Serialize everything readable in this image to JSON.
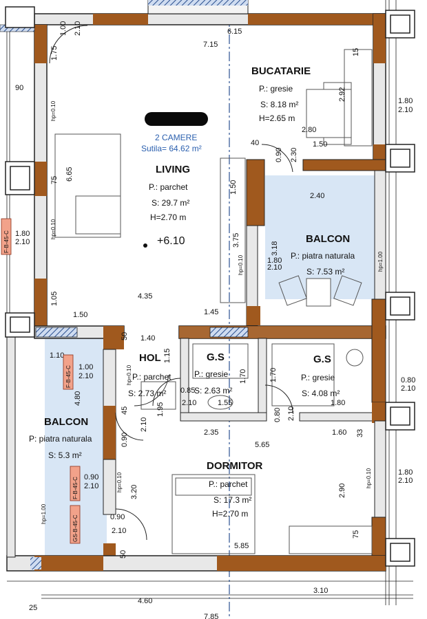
{
  "apartment": {
    "type_label": "2 CAMERE",
    "area_label": "Sutila= 64.62 m²",
    "level_mark": "+6.10"
  },
  "rooms": {
    "bucatarie": {
      "name": "BUCATARIE",
      "floor": "P.: gresie",
      "area": "S: 8.18 m²",
      "height": "H=2.65 m"
    },
    "living": {
      "name": "LIVING",
      "floor": "P.: parchet",
      "area": "S: 29.7 m²",
      "height": "H=2.70 m"
    },
    "balcon_right": {
      "name": "BALCON",
      "floor": "P.: piatra naturala",
      "area": "S: 7.53 m²"
    },
    "hol": {
      "name": "HOL",
      "floor": "P.: parchet",
      "area": "S: 2.73 m²"
    },
    "gs1": {
      "name": "G.S",
      "floor": "P.: gresie",
      "area": "S: 2.63 m²"
    },
    "gs2": {
      "name": "G.S",
      "floor": "P.: gresie",
      "area": "S: 4.08 m²"
    },
    "balcon_left": {
      "name": "BALCON",
      "floor": "P: piatra naturala",
      "area": "S: 5.3 m²"
    },
    "dormitor": {
      "name": "DORMITOR",
      "floor": "P.: parchet",
      "area": "S: 17.3 m²",
      "height": "H=2.70 m"
    }
  },
  "dimensions": {
    "d_615": "6.15",
    "d_715": "7.15",
    "d_100": "1.00",
    "d_210": "2.10",
    "d_175": "1.75",
    "d_90": "90",
    "d_160": "1.60",
    "d_292": "2.92",
    "d_280": "2.80",
    "d_40": "40",
    "d_090": "0.90",
    "d_230": "2.30",
    "d_150": "1.50",
    "d_665": "6.65",
    "d_75": "75",
    "d_240": "2.40",
    "d_318": "3.18",
    "d_375": "3.75",
    "d_180": "1.80",
    "d_110": "1.10",
    "d_435": "4.35",
    "d_105": "1.05",
    "d_145": "1.45",
    "d_140": "1.40",
    "d_50": "50",
    "d_115": "1.15",
    "d_170": "1.70",
    "d_480": "4.80",
    "d_085": "0.85",
    "d_155": "1.55",
    "d_195": "1.95",
    "d_080": "0.80",
    "d_235": "2.35",
    "d_565": "5.65",
    "d_33": "33",
    "d_045": "45",
    "d_320": "3.20",
    "d_290": "2.90",
    "d_585": "5.85",
    "d_460": "4.60",
    "d_310": "3.10",
    "d_25": "25",
    "d_785": "7.85",
    "d_hp010": "hp=0.10",
    "d_hp100": "hp=1.00",
    "d_015": "15"
  },
  "fire_tags": [
    "F-B-45-C",
    "F-B-45-C",
    "F-B-45-C",
    "GS-B-45-C"
  ]
}
